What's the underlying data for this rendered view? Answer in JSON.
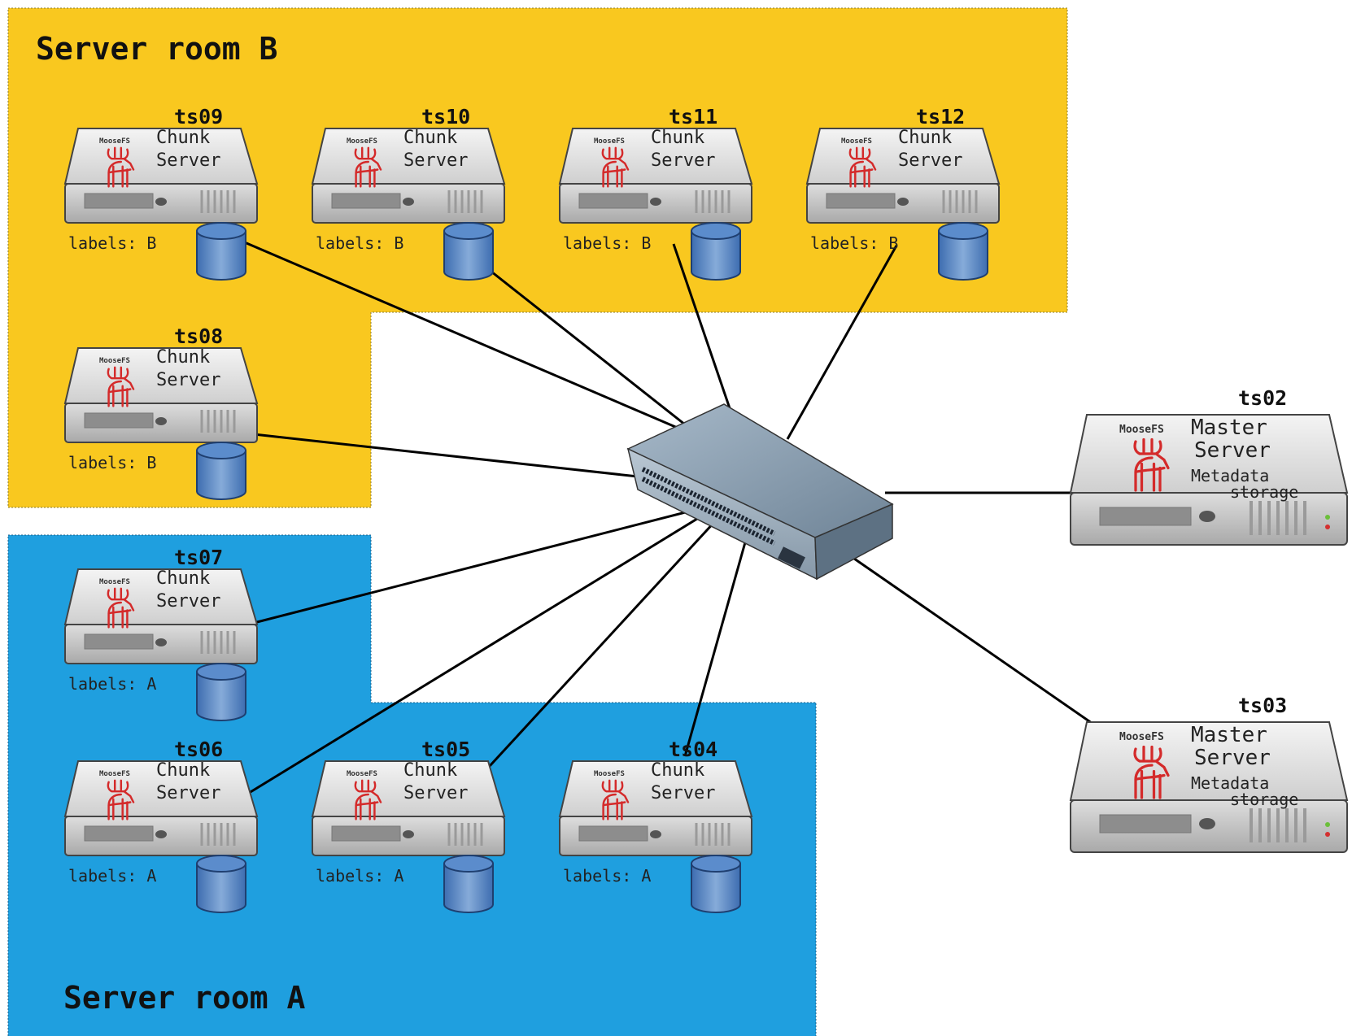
{
  "rooms": {
    "b": {
      "title": "Server room B",
      "color": "#f9c81f"
    },
    "a": {
      "title": "Server room A",
      "color": "#1f9fdf"
    }
  },
  "brand": "MooseFS",
  "chunk_servers": [
    {
      "id": "ts09",
      "line1": "Chunk",
      "line2": "Server",
      "labels": "labels: B",
      "room": "B"
    },
    {
      "id": "ts10",
      "line1": "Chunk",
      "line2": "Server",
      "labels": "labels: B",
      "room": "B"
    },
    {
      "id": "ts11",
      "line1": "Chunk",
      "line2": "Server",
      "labels": "labels: B",
      "room": "B"
    },
    {
      "id": "ts12",
      "line1": "Chunk",
      "line2": "Server",
      "labels": "labels: B",
      "room": "B"
    },
    {
      "id": "ts08",
      "line1": "Chunk",
      "line2": "Server",
      "labels": "labels: B",
      "room": "B"
    },
    {
      "id": "ts07",
      "line1": "Chunk",
      "line2": "Server",
      "labels": "labels: A",
      "room": "A"
    },
    {
      "id": "ts06",
      "line1": "Chunk",
      "line2": "Server",
      "labels": "labels: A",
      "room": "A"
    },
    {
      "id": "ts05",
      "line1": "Chunk",
      "line2": "Server",
      "labels": "labels: A",
      "room": "A"
    },
    {
      "id": "ts04",
      "line1": "Chunk",
      "line2": "Server",
      "labels": "labels: A",
      "room": "A"
    }
  ],
  "master_servers": [
    {
      "id": "ts02",
      "line1": "Master",
      "line2": "Server",
      "line3": "Metadata",
      "line4": "storage"
    },
    {
      "id": "ts03",
      "line1": "Master",
      "line2": "Server",
      "line3": "Metadata",
      "line4": "storage"
    }
  ],
  "colors": {
    "server_body": "#d9d9d9",
    "server_edge": "#555555",
    "moose": "#d42a2a",
    "disk": "#4f7fbf",
    "switch": "#7f93a6",
    "link": "#000000"
  }
}
